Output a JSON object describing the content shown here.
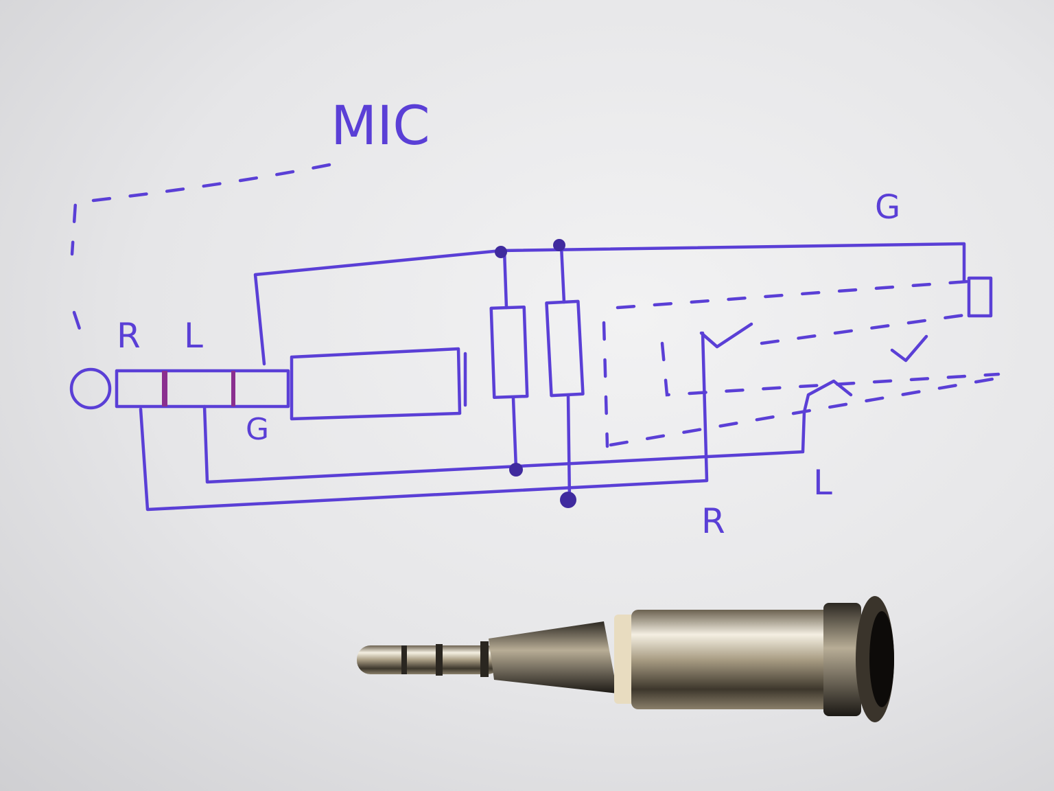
{
  "labels": {
    "mic": "MIC",
    "plug_r": "R",
    "plug_l": "L",
    "plug_g": "G",
    "jack_g": "G",
    "jack_r": "R",
    "jack_l": "L"
  },
  "colors": {
    "ink": "#5a3fd6",
    "paper": "#ececee",
    "metal": "#b8ad96"
  }
}
